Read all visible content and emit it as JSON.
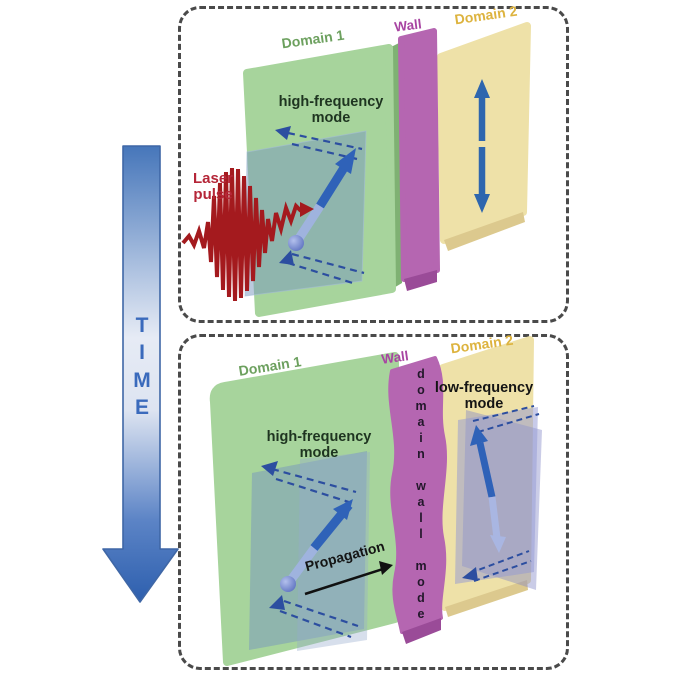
{
  "figure": {
    "description_colors": {
      "domain1_green": "#a7d49c",
      "domain1_side_green": "#7fb173",
      "wall_magenta": "#b566b1",
      "wall_dark_magenta": "#9a4b98",
      "domain2_yellow": "#eee1a8",
      "domain2_side_yellow": "#dcc98e",
      "mode_plane_blue": "#7d9bc4",
      "arrow_blue": "#2f62b8",
      "dashed_blue": "#2c4ea0",
      "laser_red": "#a41a1e",
      "time_arrow_blue": "#3a6abc",
      "border_gray": "#4a4a4a"
    },
    "icons": {
      "time_arrow": "downward-gradient-arrow",
      "laser_pulse": "red-oscillating-wave-arrow",
      "spin_mode_arrow": "thick-blue-precession-arrow",
      "precession_path": "dashed-blue-loop-arrow",
      "domain2_oscillation": "vertical-double-headed-blue-arrow",
      "propagation_arrow": "black-right-arrow"
    }
  },
  "time_axis": {
    "letters": "T\nI\nM\nE"
  },
  "top_panel": {
    "domain1_label": "Domain 1",
    "wall_label": "Wall",
    "domain2_label": "Domain 2",
    "high_frequency_label": "high-frequency\nmode",
    "laser_label": "Laser\npulse"
  },
  "bottom_panel": {
    "domain1_label": "Domain 1",
    "wall_label": "Wall",
    "domain2_label": "Domain 2",
    "high_frequency_label": "high-frequency\nmode",
    "low_frequency_label": "low-frequency\nmode",
    "propagation_label": "Propagation",
    "wall_mode_vertical": "d\no\nm\na\ni\nn\n\nw\na\nl\nl\n\nm\no\nd\ne"
  }
}
